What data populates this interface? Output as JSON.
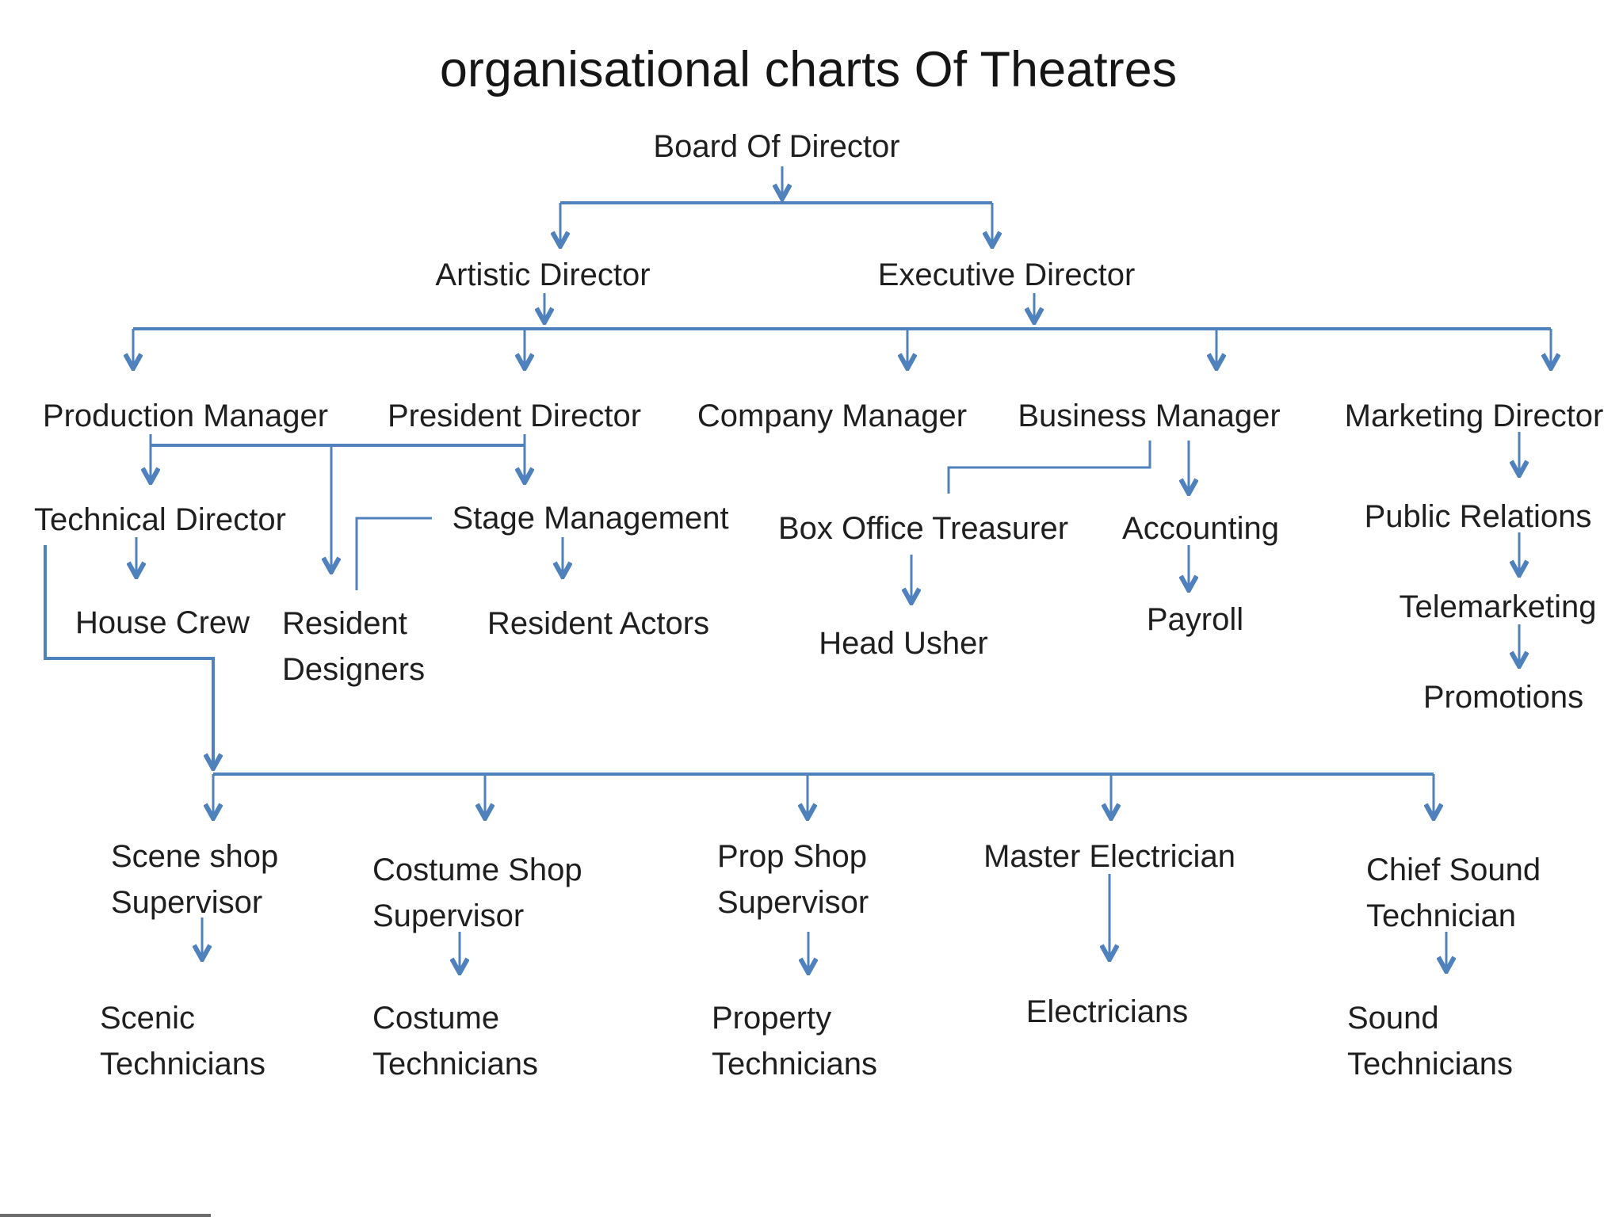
{
  "title": "organisational charts Of Theatres",
  "colors": {
    "line": "#4f81bd",
    "text": "#1f1f1f"
  },
  "nodes": {
    "board": {
      "label": "Board Of Director"
    },
    "artistic": {
      "label": "Artistic Director"
    },
    "executive": {
      "label": "Executive Director"
    },
    "production": {
      "label": "Production Manager"
    },
    "president": {
      "label": "President Director"
    },
    "company": {
      "label": "Company Manager"
    },
    "business": {
      "label": "Business Manager"
    },
    "marketing": {
      "label": "Marketing Director"
    },
    "technical": {
      "label": "Technical Director"
    },
    "stage": {
      "label": "Stage Management"
    },
    "box_office": {
      "label": "Box Office Treasurer"
    },
    "accounting": {
      "label": "Accounting"
    },
    "public_relations": {
      "label": "Public Relations"
    },
    "house_crew": {
      "label": "House Crew"
    },
    "resident_designers": {
      "label": "Resident\nDesigners"
    },
    "resident_actors": {
      "label": "Resident Actors"
    },
    "head_usher": {
      "label": "Head Usher"
    },
    "payroll": {
      "label": "Payroll"
    },
    "telemarketing": {
      "label": "Telemarketing"
    },
    "promotions": {
      "label": "Promotions"
    },
    "scene_shop_supervisor": {
      "label": "Scene shop\nSupervisor"
    },
    "costume_shop_supervisor": {
      "label": "Costume Shop\nSupervisor"
    },
    "prop_shop_supervisor": {
      "label": "Prop Shop\nSupervisor"
    },
    "master_electrician": {
      "label": "Master Electrician"
    },
    "chief_sound_technician": {
      "label": "Chief Sound\nTechnician"
    },
    "scenic_technicians": {
      "label": "Scenic\nTechnicians"
    },
    "costume_technicians": {
      "label": "Costume\nTechnicians"
    },
    "property_technicians": {
      "label": "Property\nTechnicians"
    },
    "electricians": {
      "label": "Electricians"
    },
    "sound_technicians": {
      "label": "Sound\nTechnicians"
    }
  }
}
